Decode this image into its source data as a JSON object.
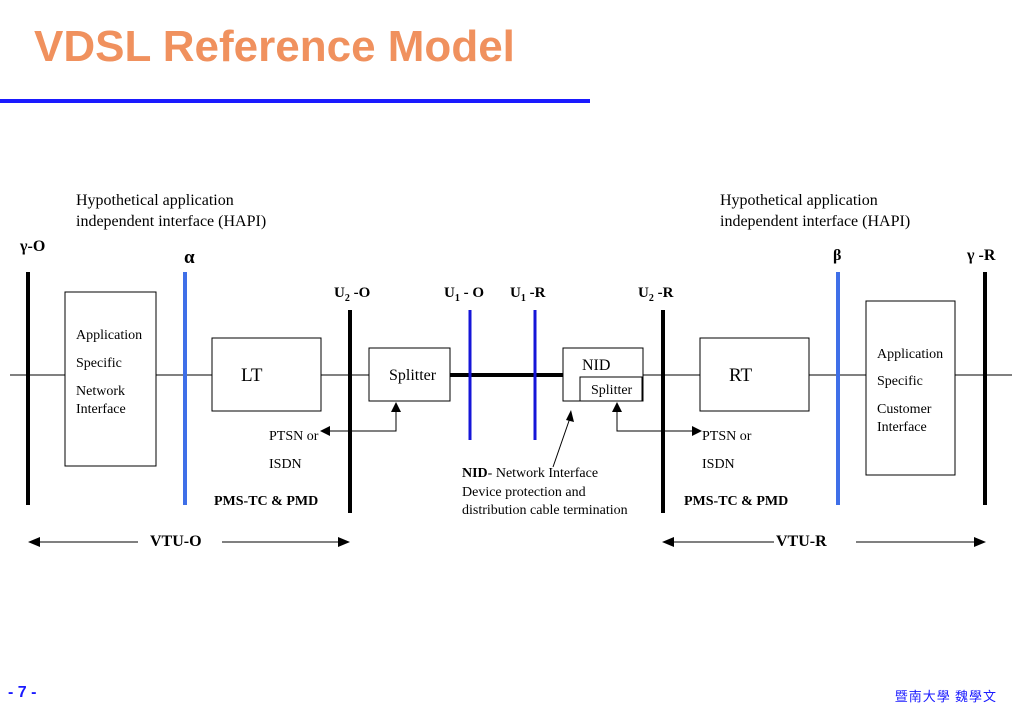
{
  "title": "VDSL Reference Model",
  "hapi_left": [
    "Hypothetical application",
    "independent interface (HAPI)"
  ],
  "hapi_right": [
    "Hypothetical application",
    "independent interface (HAPI)"
  ],
  "refpoints": {
    "gamma_o": "γ-O",
    "alpha": "α",
    "u2_o": "U2 -O",
    "u1_o": "U1 - O",
    "u1_r": "U1 -R",
    "u2_r": "U2 -R",
    "beta": "β",
    "gamma_r": "γ -R"
  },
  "boxes": {
    "app_network": [
      "Application",
      "Specific",
      "Network",
      "Interface"
    ],
    "lt": "LT",
    "splitter_o": "Splitter",
    "nid": "NID",
    "nid_splitter": "Splitter",
    "rt": "RT",
    "app_customer": [
      "Application",
      "Specific",
      "Customer",
      "Interface"
    ]
  },
  "ptsn_left": [
    "PTSN or",
    "ISDN"
  ],
  "ptsn_right": [
    "PTSN or",
    "ISDN"
  ],
  "pms_left": "PMS-TC & PMD",
  "pms_right": "PMS-TC & PMD",
  "nid_note": {
    "bold": "NID",
    "lines": [
      "- Network Interface",
      "Device protection and",
      "distribution cable termination"
    ]
  },
  "vtu_o": "VTU-O",
  "vtu_r": "VTU-R",
  "footer_page": "- 7 -",
  "footer_author": "暨南大學 魏學文",
  "colors": {
    "title": "#f0915e",
    "rule": "#1a1aff",
    "blue_line": "#3f6fe8",
    "dark_blue_line": "#1515d8"
  }
}
